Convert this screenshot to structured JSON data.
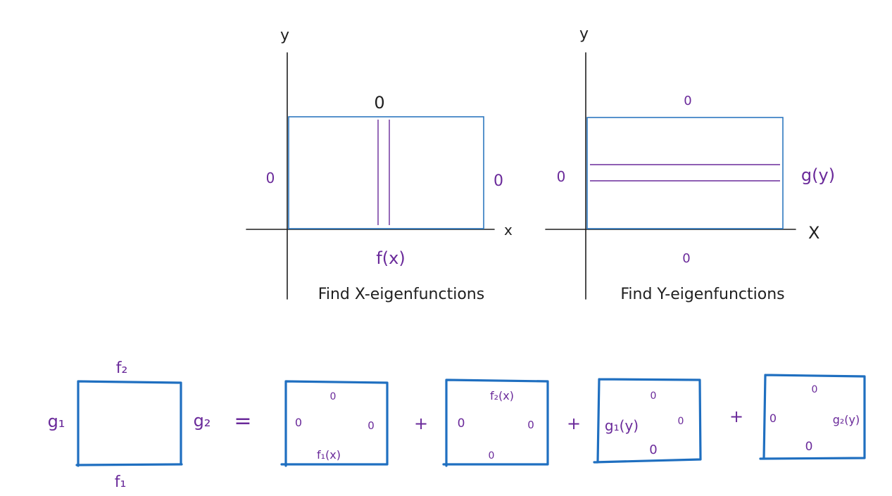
{
  "diagram": {
    "colors": {
      "axis": "#1f1f1f",
      "box": "#2e78bf",
      "box_bold": "#1f6fc0",
      "annotation": "#6a2a9a"
    },
    "panel_x": {
      "y_axis_label": "y",
      "x_axis_label": "x",
      "top_bc": "0",
      "left_bc": "0",
      "right_bc": "0",
      "bottom_bc": "f(x)",
      "caption": "Find X-eigenfunctions"
    },
    "panel_y": {
      "y_axis_label": "y",
      "x_axis_label": "X",
      "top_bc": "0",
      "left_bc": "0",
      "right_bc": "g(y)",
      "bottom_bc": "0",
      "caption": "Find Y-eigenfunctions"
    },
    "decomposition": {
      "main": {
        "top": "f₂",
        "left": "g₁",
        "right": "g₂",
        "bottom": "f₁"
      },
      "equals": "=",
      "plus": "+",
      "parts": [
        {
          "top": "0",
          "left": "0",
          "right": "0",
          "bottom": "f₁(x)"
        },
        {
          "top": "f₂(x)",
          "left": "0",
          "right": "0",
          "bottom": "0"
        },
        {
          "top": "0",
          "left": "g₁(y)",
          "right": "0",
          "bottom": "0"
        },
        {
          "top": "0",
          "left": "0",
          "right": "g₂(y)",
          "bottom": "0"
        }
      ]
    }
  }
}
